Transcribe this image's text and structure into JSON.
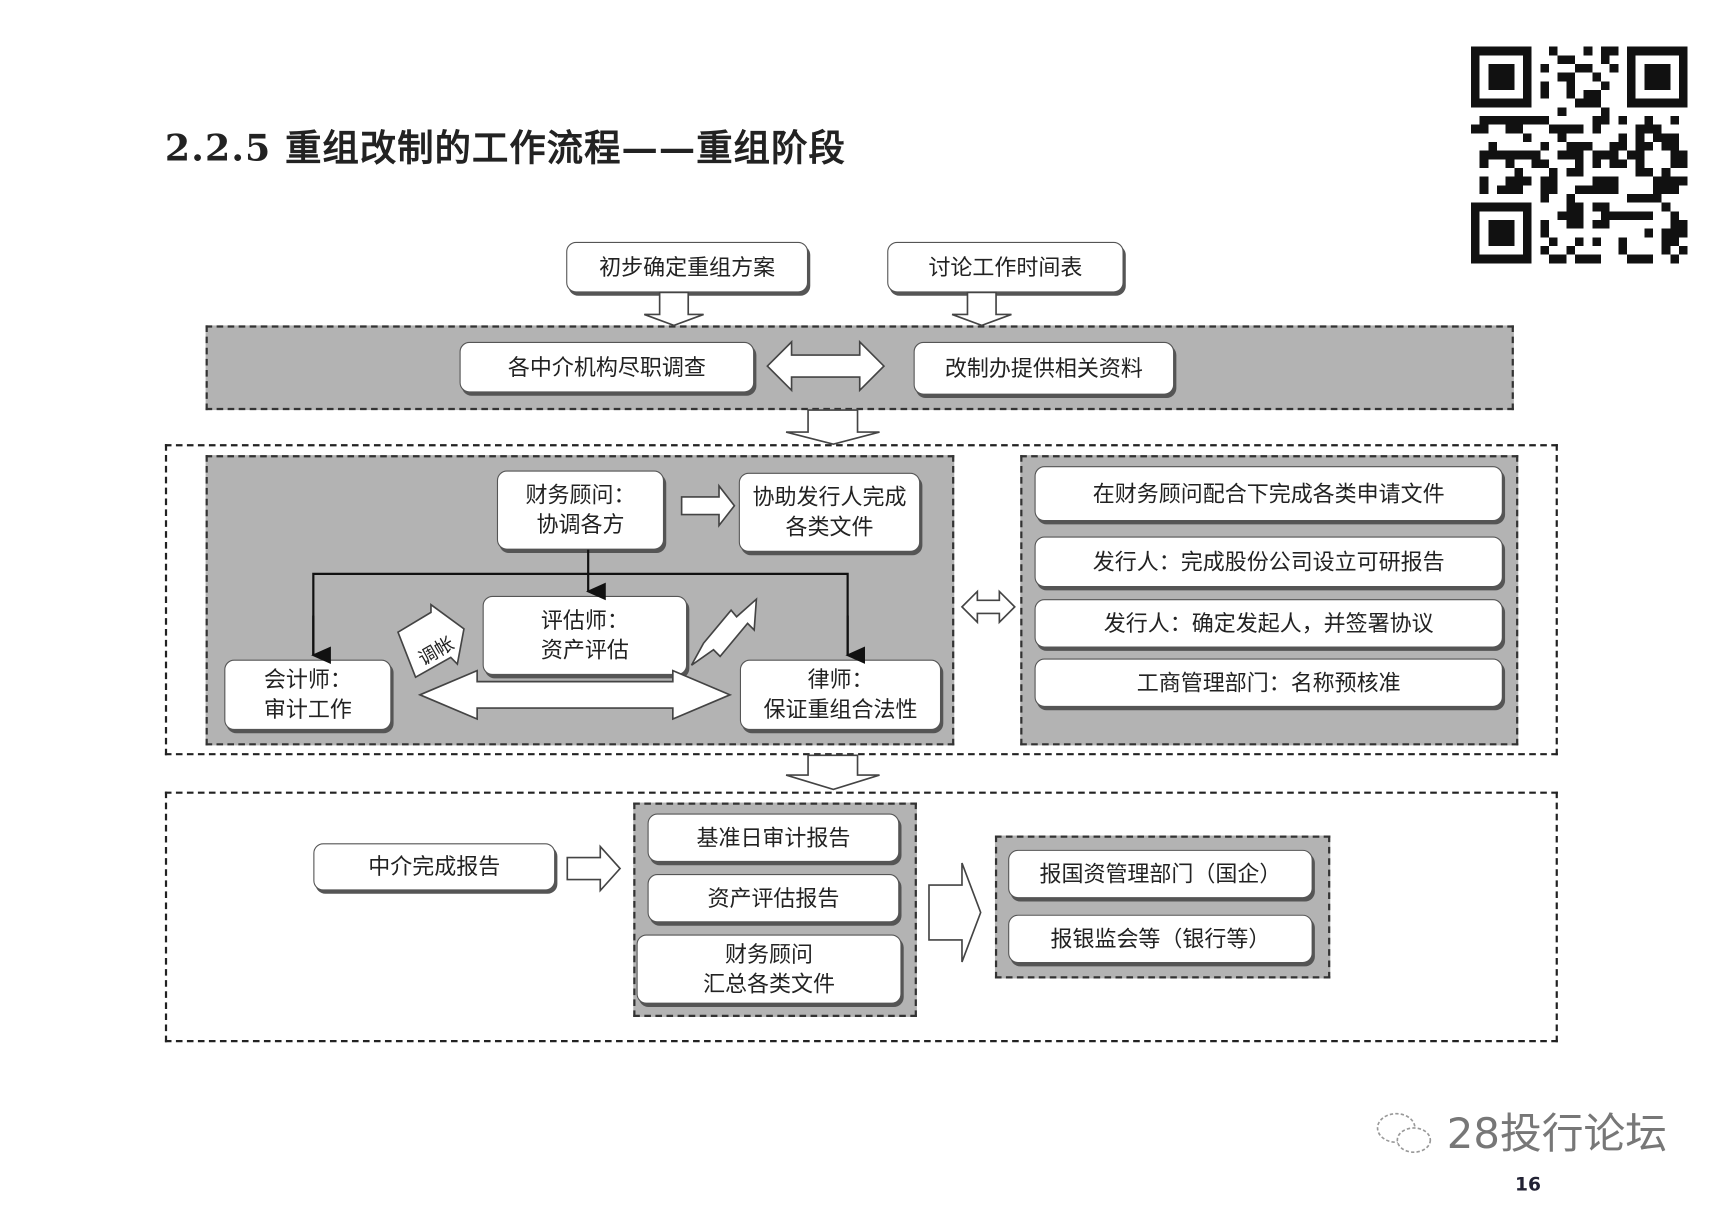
{
  "title": "2.2.5 重组改制的工作流程——重组阶段",
  "stage1": {
    "inputs": [
      "初步确定重组方案",
      "讨论工作时间表"
    ],
    "left": "各中介机构尽职调查",
    "right": "改制办提供相关资料"
  },
  "stage2": {
    "fa": [
      "财务顾问：",
      "协调各方"
    ],
    "assist": [
      "协助发行人完成",
      "各类文件"
    ],
    "valuer": [
      "评估师：",
      "资产评估"
    ],
    "accountant": [
      "会计师：",
      "审计工作"
    ],
    "lawyer": [
      "律师：",
      "保证重组合法性"
    ],
    "adjust_label": "调帐",
    "right_items": [
      "在财务顾问配合下完成各类申请文件",
      "发行人：完成股份公司设立可研报告",
      "发行人：确定发起人，并签署协议",
      "工商管理部门：名称预核准"
    ]
  },
  "stage3": {
    "start": "中介完成报告",
    "reports": [
      "基准日审计报告",
      "资产评估报告"
    ],
    "fa_summary": [
      "财务顾问",
      "汇总各类文件"
    ],
    "submit": [
      "报国资管理部门（国企）",
      "报银监会等（银行等）"
    ]
  },
  "footer": {
    "brand": "28投行论坛",
    "page": "16",
    "icon": "wechat-icon"
  },
  "colors": {
    "panel_gray": "#b3b3b3"
  }
}
